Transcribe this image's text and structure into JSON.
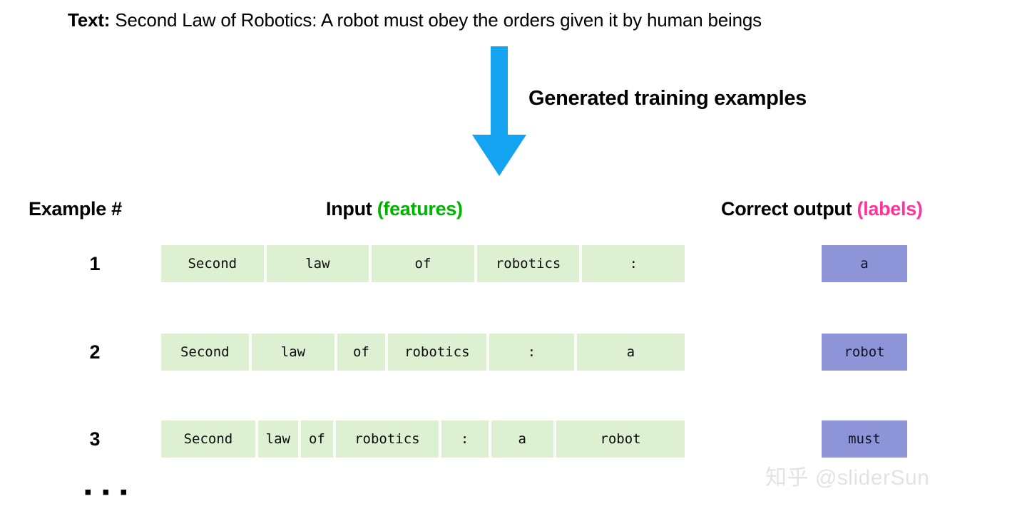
{
  "header": {
    "label": "Text:",
    "text": " Second Law of Robotics: A robot must obey the orders given it by human beings"
  },
  "arrow": {
    "caption": "Generated training examples",
    "color": "#14a3f0",
    "icon": "arrow-down-icon"
  },
  "columns": {
    "example": "Example #",
    "input_main": "Input ",
    "input_accent": "(features)",
    "output_main": "Correct output ",
    "output_accent": "(labels)"
  },
  "colors": {
    "feature_cell": "#ddf0d1",
    "label_cell": "#8d95d8",
    "features_accent": "#00b300",
    "labels_accent": "#ff3399",
    "arrow": "#14a3f0"
  },
  "rows": [
    {
      "index": "1",
      "features": [
        "Second",
        "law",
        "of",
        "robotics",
        ":"
      ],
      "widths": [
        146,
        146,
        146,
        146,
        146
      ],
      "label": "a"
    },
    {
      "index": "2",
      "features": [
        "Second",
        "law",
        "of",
        "robotics",
        ":",
        "a"
      ],
      "widths": [
        124,
        118,
        67,
        140,
        120,
        153
      ],
      "label": "robot"
    },
    {
      "index": "3",
      "features": [
        "Second",
        "law",
        "of",
        "robotics",
        ":",
        "a",
        "robot"
      ],
      "widths": [
        134,
        57,
        46,
        146,
        67,
        89,
        183
      ],
      "label": "must"
    }
  ],
  "ellipsis": "▪ ▪ ▪",
  "watermark": "知乎 @sliderSun"
}
